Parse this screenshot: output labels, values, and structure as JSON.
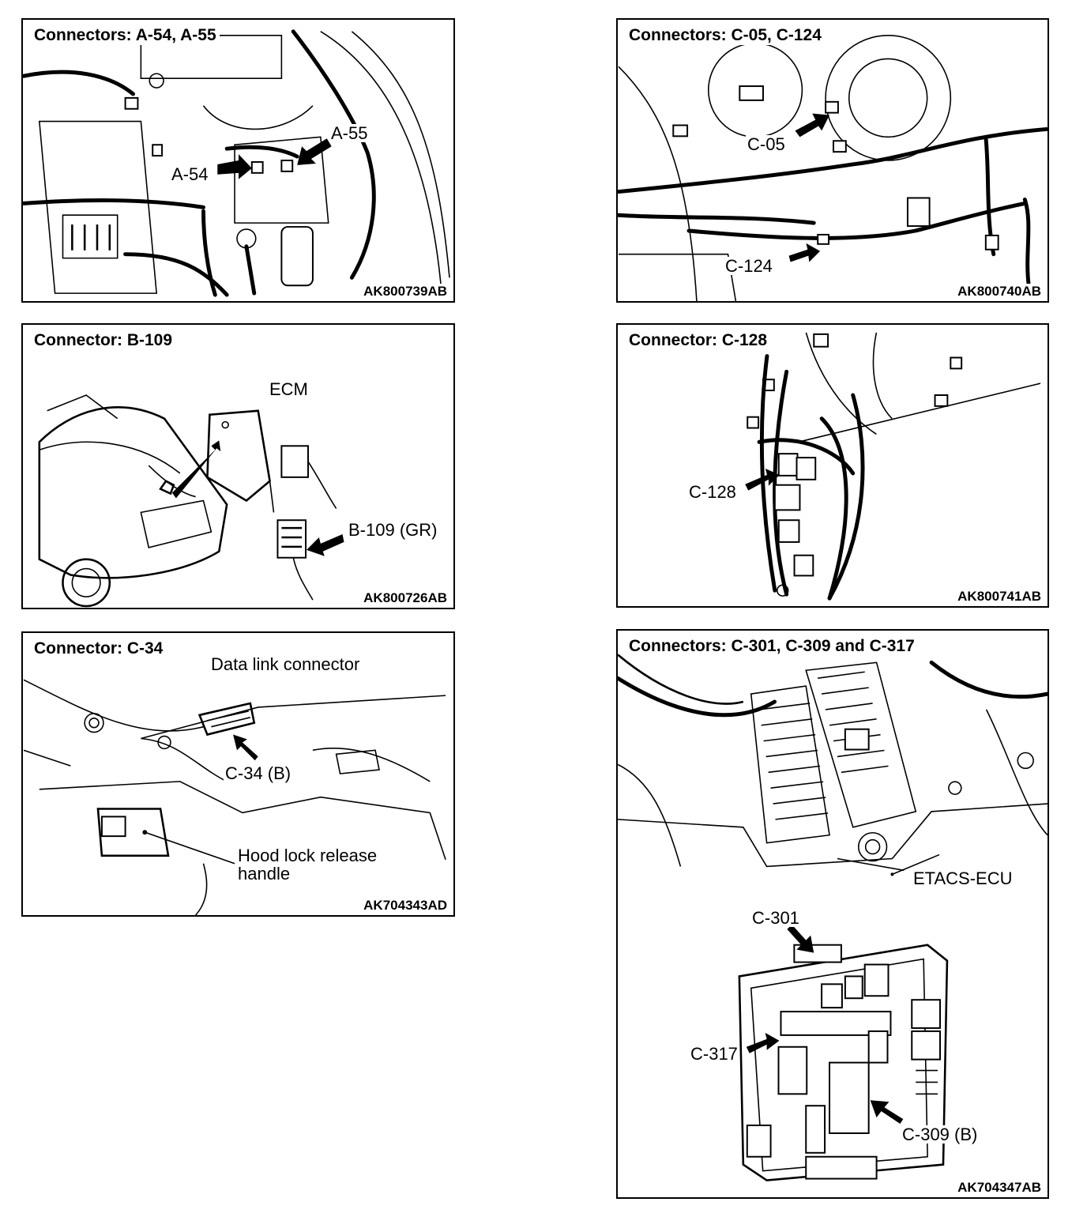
{
  "panels": {
    "a54": {
      "title": "Connectors: A-54, A-55",
      "code": "AK800739AB",
      "labels": {
        "a54": "A-54",
        "a55": "A-55"
      }
    },
    "c05": {
      "title": "Connectors: C-05, C-124",
      "code": "AK800740AB",
      "labels": {
        "c05": "C-05",
        "c124": "C-124"
      }
    },
    "b109": {
      "title": "Connector: B-109",
      "code": "AK800726AB",
      "labels": {
        "ecm": "ECM",
        "b109": "B-109 (GR)"
      }
    },
    "c128": {
      "title": "Connector: C-128",
      "code": "AK800741AB",
      "labels": {
        "c128": "C-128"
      }
    },
    "c34": {
      "title": "Connector: C-34",
      "code": "AK704343AD",
      "labels": {
        "dlc": "Data link connector",
        "c34": "C-34 (B)",
        "hood": "Hood lock release handle"
      }
    },
    "c301": {
      "title": "Connectors: C-301, C-309 and C-317",
      "code": "AK704347AB",
      "labels": {
        "etacs": "ETACS-ECU",
        "c301": "C-301",
        "c317": "C-317",
        "c309": "C-309 (B)"
      }
    }
  }
}
